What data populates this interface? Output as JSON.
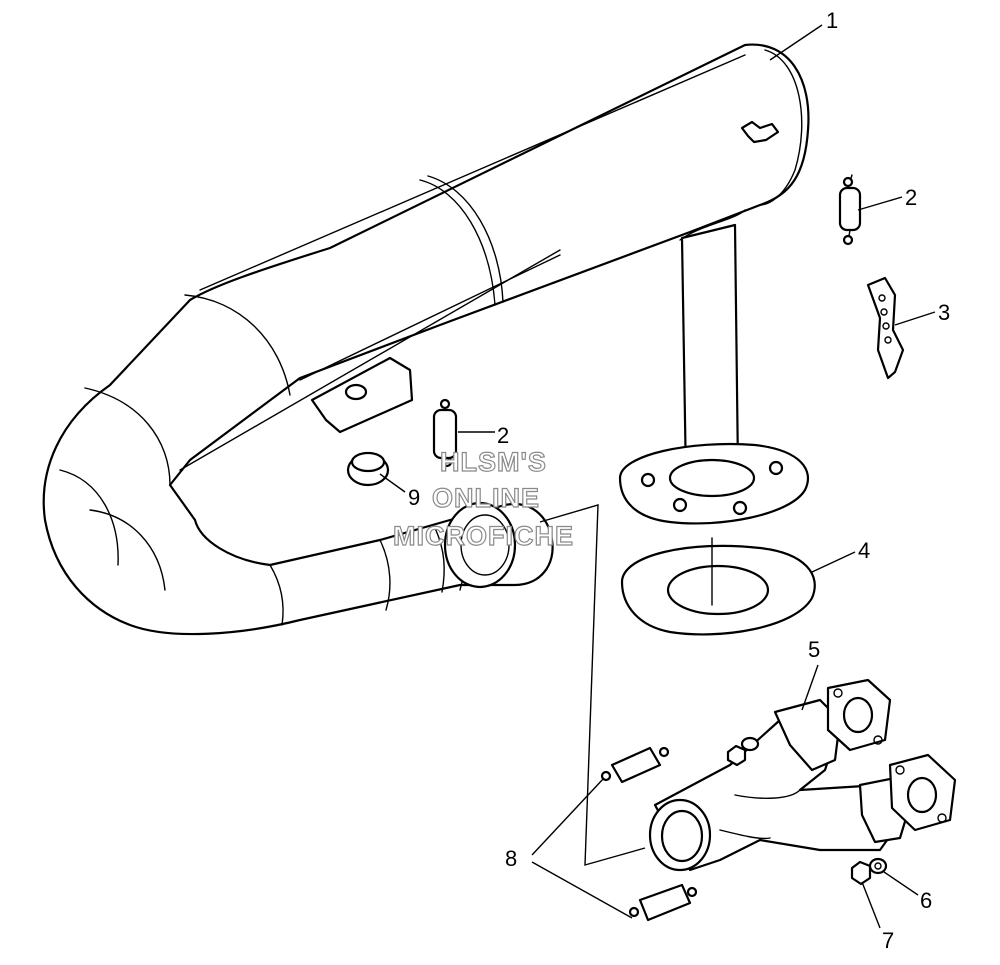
{
  "callouts": [
    {
      "id": "c1",
      "label": "1"
    },
    {
      "id": "c2a",
      "label": "2"
    },
    {
      "id": "c2b",
      "label": "2"
    },
    {
      "id": "c3",
      "label": "3"
    },
    {
      "id": "c4",
      "label": "4"
    },
    {
      "id": "c5",
      "label": "5"
    },
    {
      "id": "c6",
      "label": "6"
    },
    {
      "id": "c7",
      "label": "7"
    },
    {
      "id": "c8",
      "label": "8"
    },
    {
      "id": "c9",
      "label": "9"
    }
  ],
  "watermark": {
    "line1": "HLSM'S",
    "line2": "ONLINE",
    "line3": "MICROFICHE"
  },
  "colors": {
    "line": "#000000",
    "background": "#ffffff",
    "watermark_outline": "#8a8a8a"
  }
}
